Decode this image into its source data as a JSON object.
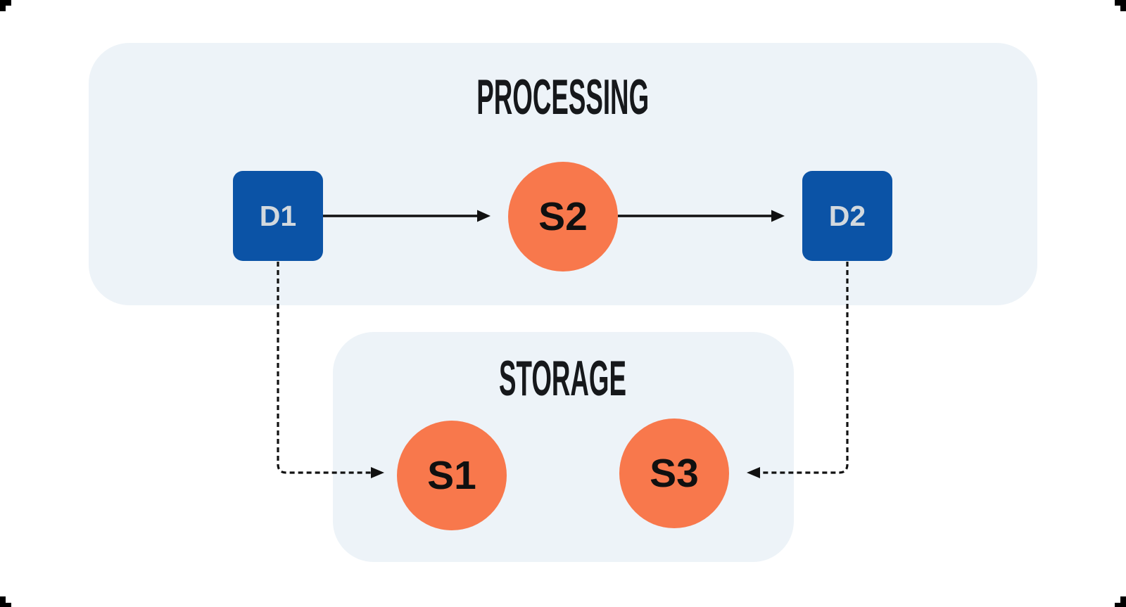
{
  "colors": {
    "background": "#ffffff",
    "panel_bg": "#edf3f8",
    "node_blue": "#0b53a6",
    "node_blue_label": "#d3d9de",
    "node_orange": "#f8784c",
    "node_orange_label": "#101010",
    "arrow": "#111111",
    "title": "#16181b",
    "corner_mark": "#000000"
  },
  "panels": {
    "processing": {
      "title": "PROCESSING"
    },
    "storage": {
      "title": "STORAGE"
    }
  },
  "nodes": {
    "d1": {
      "label": "D1",
      "shape": "rounded-square",
      "group": "PROCESSING"
    },
    "s2": {
      "label": "S2",
      "shape": "circle",
      "group": "PROCESSING"
    },
    "d2": {
      "label": "D2",
      "shape": "rounded-square",
      "group": "PROCESSING"
    },
    "s1": {
      "label": "S1",
      "shape": "circle",
      "group": "STORAGE"
    },
    "s3": {
      "label": "S3",
      "shape": "circle",
      "group": "STORAGE"
    }
  },
  "edges": [
    {
      "from": "D1",
      "to": "S2",
      "style": "solid"
    },
    {
      "from": "S2",
      "to": "D2",
      "style": "solid"
    },
    {
      "from": "D1",
      "to": "S1",
      "style": "dashed"
    },
    {
      "from": "D2",
      "to": "S3",
      "style": "dashed"
    }
  ]
}
